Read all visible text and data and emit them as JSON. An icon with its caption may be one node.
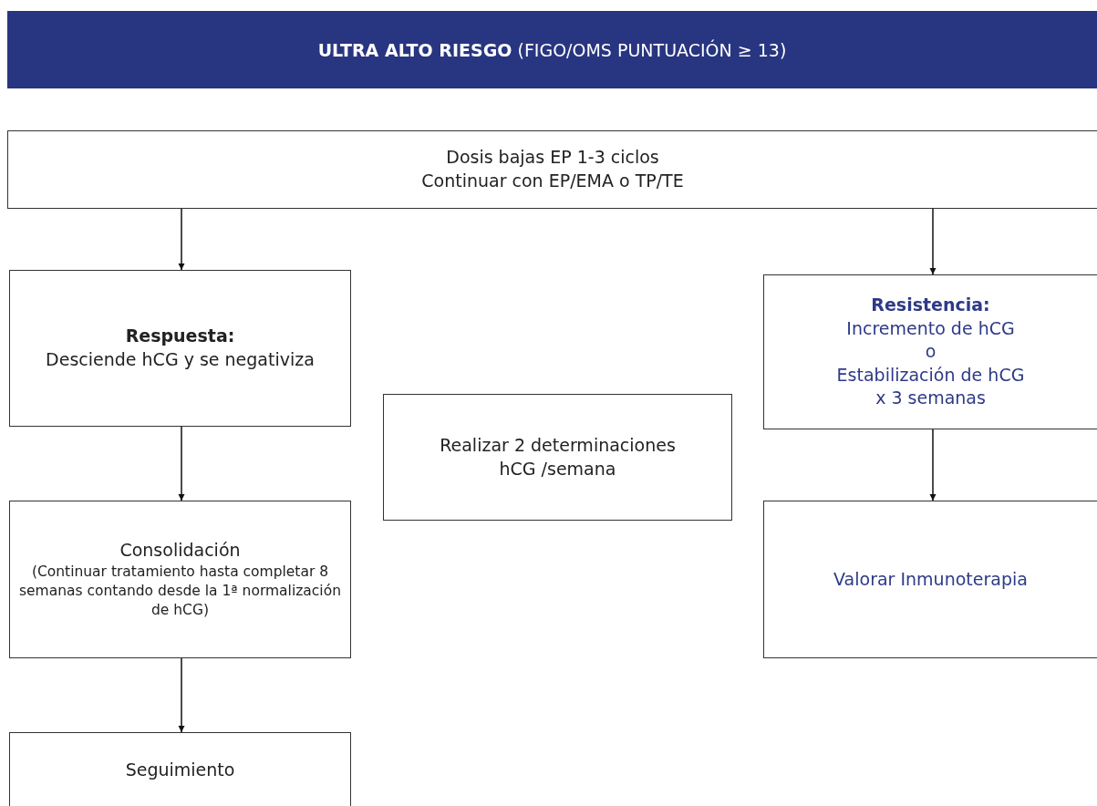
{
  "diagram": {
    "title": "**ULTRA ALTO RIESGO** (FIGO/OMS PUNTUACIÓN ≥ 13)",
    "nodes": [
      {
        "text": [
          "Dosis bajas EP 1-3 ciclos",
          "Continuar con EP/EMA o TP/TE"
        ]
      },
      {
        "text": [
          "Respuesta:",
          "Desciende hCG y se negativiza"
        ]
      },
      {
        "text": [
          "Realizar 2 determinaciones hCG /semana"
        ]
      },
      {
        "text": [
          "Resistencia:",
          "Incremento de hCG",
          "o",
          "Estabilización de hCG x 3 semanas"
        ]
      },
      {
        "text": [
          "Consolidación",
          "(Continuar tratamiento hasta completar 8 semanas contando desde la 1ª normalización de hCG)"
        ]
      },
      {
        "text": [
          "Valorar Inmunoterapia"
        ]
      },
      {
        "text": [
          "Seguimiento"
        ]
      }
    ],
    "edges": [
      {
        "from": 0,
        "to": 1,
        "arrow": "to"
      },
      {
        "from": 0,
        "to": 3,
        "arrow": "to"
      },
      {
        "from": 1,
        "to": 4,
        "arrow": "to"
      },
      {
        "from": 3,
        "to": 5,
        "arrow": "to"
      },
      {
        "from": 4,
        "to": 6,
        "arrow": "to"
      }
    ]
  }
}
